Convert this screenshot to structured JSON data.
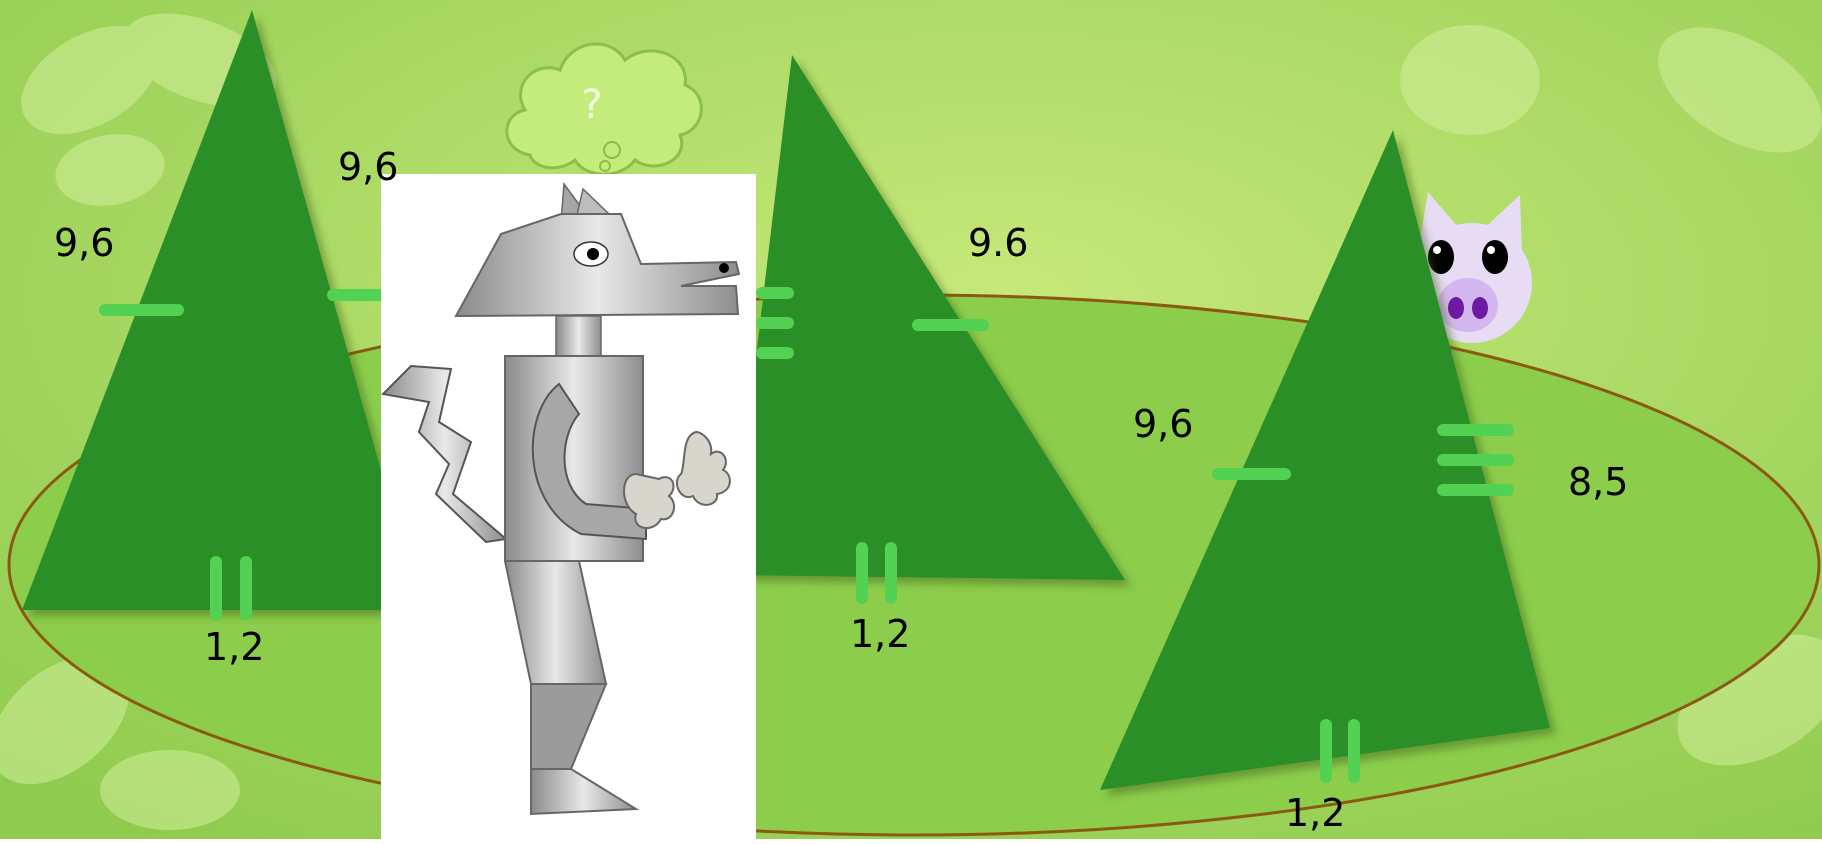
{
  "slide": {
    "background_color": "#9dd35a",
    "meadow_color": "#8bcb4a",
    "meadow_outline_color": "#8a5a12",
    "tree_color": "#2b8f26",
    "tick_color": "#52d152",
    "thought_bubble_text": "?"
  },
  "triangles": [
    {
      "name": "left-triangle",
      "side_left": "9,6",
      "side_right": "9,6",
      "base": "1,2"
    },
    {
      "name": "middle-triangle",
      "side_right": "9.6",
      "base": "1,2"
    },
    {
      "name": "right-triangle",
      "side_left": "9,6",
      "side_right": "8,5",
      "base": "1,2"
    }
  ],
  "characters": [
    {
      "name": "wolf",
      "colors": [
        "#8f8f8f",
        "#c9c9c9"
      ]
    },
    {
      "name": "pig",
      "colors": [
        "#e7dcf3",
        "#6b1aa1"
      ]
    }
  ]
}
